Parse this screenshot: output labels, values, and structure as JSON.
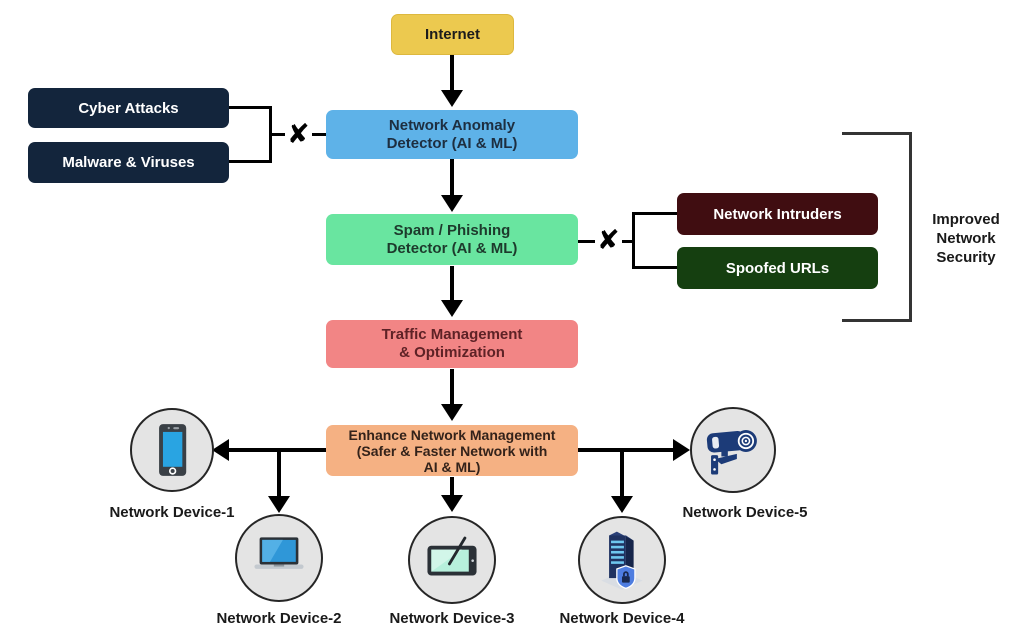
{
  "colors": {
    "internet_bg": "#ecc94f",
    "anomaly_bg": "#5eb2e8",
    "spam_bg": "#69e5a0",
    "traffic_bg": "#f28585",
    "enhance_bg": "#f5b183",
    "left_threat_bg": "#13253c",
    "intruders_bg": "#400d11",
    "spoofed_bg": "#153f10",
    "device_circle_bg": "#e4e4e4",
    "line": "#000000"
  },
  "main_flow": [
    {
      "label": "Internet"
    },
    {
      "label": "Network Anomaly\nDetector (AI & ML)"
    },
    {
      "label": "Spam / Phishing\nDetector (AI & ML)"
    },
    {
      "label": "Traffic Management\n& Optimization"
    },
    {
      "label": "Enhance Network Management\n(Safer & Faster Network with\nAI & ML)"
    }
  ],
  "left_threats": {
    "items": [
      {
        "label": "Cyber Attacks"
      },
      {
        "label": "Malware & Viruses"
      }
    ],
    "block_mark": "✘"
  },
  "right_threats": {
    "items": [
      {
        "label": "Network Intruders"
      },
      {
        "label": "Spoofed URLs"
      }
    ],
    "block_mark": "✘"
  },
  "annotation": {
    "label": "Improved\nNetwork\nSecurity"
  },
  "devices": [
    {
      "label": "Network Device-1",
      "icon": "smartphone"
    },
    {
      "label": "Network Device-2",
      "icon": "laptop"
    },
    {
      "label": "Network Device-3",
      "icon": "tablet"
    },
    {
      "label": "Network Device-4",
      "icon": "secure-server"
    },
    {
      "label": "Network Device-5",
      "icon": "cctv-camera"
    }
  ]
}
